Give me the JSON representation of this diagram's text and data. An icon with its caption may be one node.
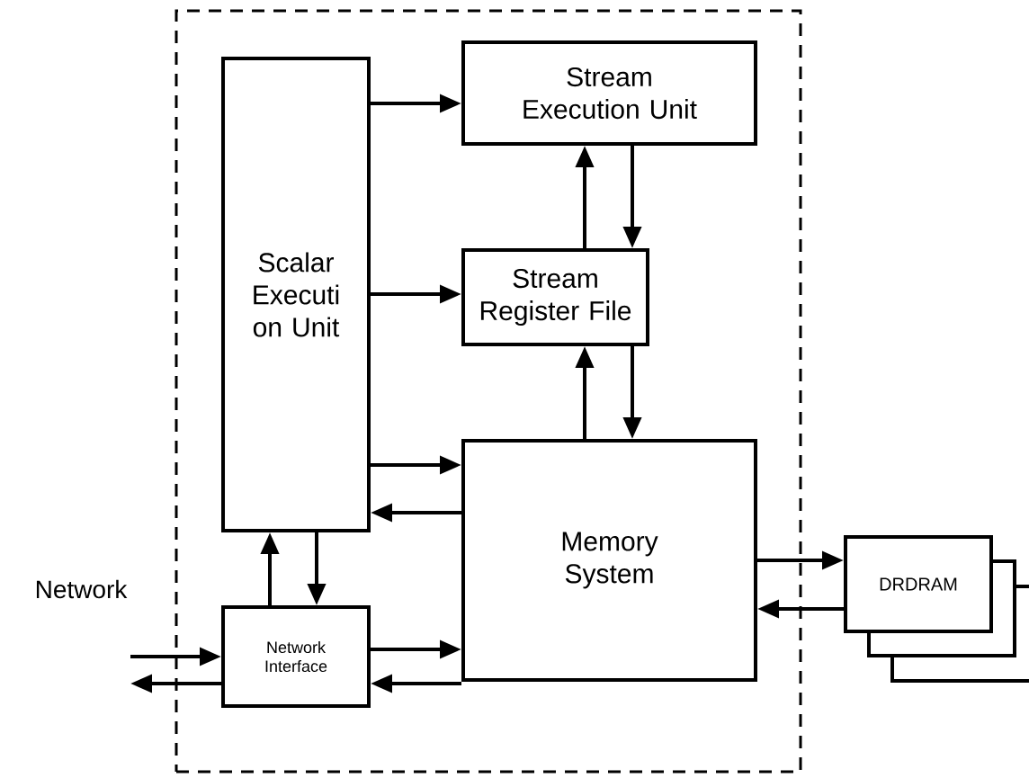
{
  "diagram": {
    "nodes": [
      {
        "text": [],
        "shape": "box"
      },
      {
        "text": [
          "Scalar Executi on Unit"
        ],
        "in": 0
      },
      {
        "text": [
          "Stream Execution Unit"
        ],
        "in": 0
      },
      {
        "text": [
          "Stream Register File"
        ],
        "in": 0
      },
      {
        "text": [
          "Memory System"
        ],
        "in": 0
      },
      {
        "text": [
          "Network Interface"
        ],
        "in": 0
      },
      {
        "text": [
          "DRDRAM"
        ]
      }
    ],
    "edges": [
      {
        "from": 1,
        "to": 2,
        "arrow": "to"
      },
      {
        "from": 1,
        "to": 3,
        "arrow": "to"
      },
      {
        "from": 1,
        "to": 4,
        "arrow": "to"
      },
      {
        "from": 4,
        "to": 1,
        "arrow": "to"
      },
      {
        "from": 3,
        "to": 2,
        "arrow": "to"
      },
      {
        "from": 2,
        "to": 3,
        "arrow": "to"
      },
      {
        "from": 4,
        "to": 3,
        "arrow": "to"
      },
      {
        "from": 3,
        "to": 4,
        "arrow": "to"
      },
      {
        "from": 5,
        "to": 1,
        "arrow": "to"
      },
      {
        "from": 1,
        "to": 5,
        "arrow": "to"
      },
      {
        "from": 5,
        "to": 4,
        "arrow": "to"
      },
      {
        "from": 4,
        "to": 5,
        "arrow": "to"
      },
      {
        "from": 4,
        "to": 6,
        "arrow": "to"
      },
      {
        "from": 6,
        "to": 4,
        "arrow": "to"
      },
      {
        "from": null,
        "to": 5,
        "arrow": "to"
      },
      {
        "from": 5,
        "to": null,
        "arrow": "to"
      }
    ],
    "labels": [
      "Network"
    ]
  }
}
